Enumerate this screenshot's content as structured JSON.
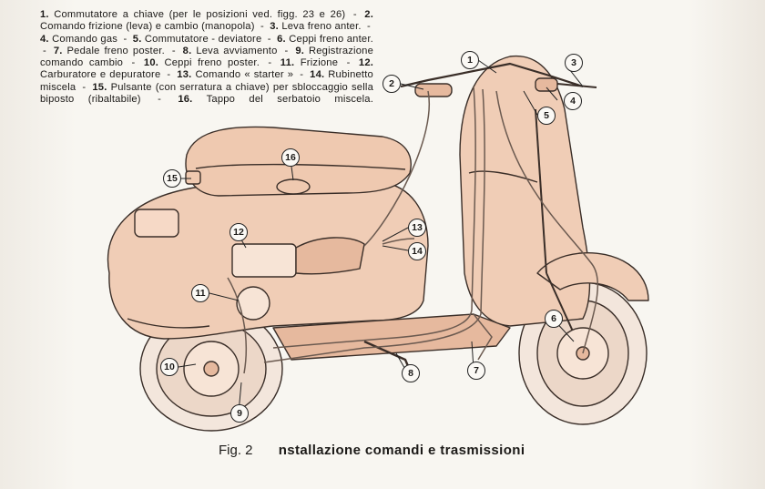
{
  "legend": [
    {
      "num": "1.",
      "text": "Commutatore a chiave (per le posizioni ved. figg. 23 e 26)"
    },
    {
      "num": "2.",
      "text": "Comando frizione (leva) e cambio (manopola)"
    },
    {
      "num": "3.",
      "text": "Leva freno anter."
    },
    {
      "num": "4.",
      "text": "Comando gas"
    },
    {
      "num": "5.",
      "text": "Commutatore - deviatore"
    },
    {
      "num": "6.",
      "text": "Ceppi freno anter."
    },
    {
      "num": "7.",
      "text": "Pedale freno poster."
    },
    {
      "num": "8.",
      "text": "Leva avviamento"
    },
    {
      "num": "9.",
      "text": "Registrazione comando cambio"
    },
    {
      "num": "10.",
      "text": "Ceppi freno poster."
    },
    {
      "num": "11.",
      "text": "Frizione"
    },
    {
      "num": "12.",
      "text": "Carburatore e depuratore"
    },
    {
      "num": "13.",
      "text": "Comando « starter »"
    },
    {
      "num": "14.",
      "text": "Rubinetto miscela"
    },
    {
      "num": "15.",
      "text": "Pulsante (con serratura a chiave) per sbloccaggio sella biposto (ribaltabile)"
    },
    {
      "num": "16.",
      "text": "Tappo del serbatoio miscela."
    }
  ],
  "callouts": [
    "1",
    "2",
    "3",
    "4",
    "5",
    "6",
    "7",
    "8",
    "9",
    "10",
    "11",
    "12",
    "13",
    "14",
    "15",
    "16"
  ],
  "caption": {
    "fig": "Fig. 2",
    "title": "nstallazione comandi e trasmissioni"
  },
  "colors": {
    "body_fill": "#f0cdb6",
    "body_shade": "#e6b99e",
    "tire": "#f3e6dc",
    "line": "#3a2e28",
    "cable": "#6b5a50",
    "paper": "#f6f3ee"
  }
}
